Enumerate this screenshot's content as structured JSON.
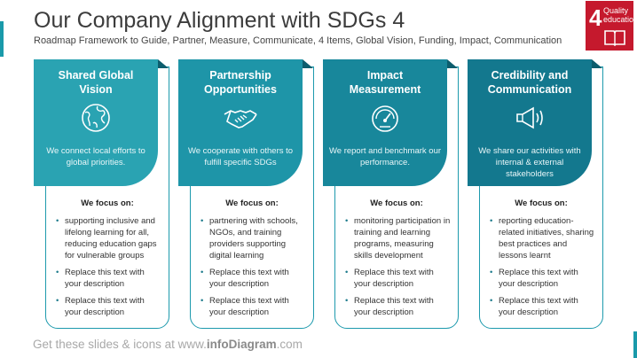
{
  "title": "Our Company Alignment with SDGs 4",
  "subtitle": "Roadmap Framework to Guide, Partner, Measure, Communicate, 4 Items, Global Vision, Funding, Impact, Communication",
  "badge": {
    "number": "4",
    "text": "Quality education",
    "color": "#c5192d",
    "icon": "book-icon"
  },
  "cards": [
    {
      "title": "Shared Global Vision",
      "icon": "globe-icon",
      "color": "#2aa3b2",
      "description": "We connect local efforts to global priorities.",
      "focus_label": "We focus on:",
      "bullets": [
        "supporting inclusive and lifelong learning for all, reducing education gaps for vulnerable groups",
        "Replace this text with your description",
        "Replace this text with your description"
      ]
    },
    {
      "title": "Partnership Opportunities",
      "icon": "handshake-icon",
      "color": "#1e95a8",
      "description": "We cooperate with others to fulfill specific SDGs",
      "focus_label": "We focus on:",
      "bullets": [
        "partnering with schools, NGOs, and training providers supporting digital learning",
        "Replace this text with your description",
        "Replace this text with your description"
      ]
    },
    {
      "title": "Impact Measurement",
      "icon": "gauge-icon",
      "color": "#18879b",
      "description": "We report and benchmark our performance.",
      "focus_label": "We focus on:",
      "bullets": [
        "monitoring participation in training and learning programs, measuring skills development",
        "Replace this text with your description",
        "Replace this text with your description"
      ]
    },
    {
      "title": "Credibility and Communication",
      "icon": "megaphone-icon",
      "color": "#13788e",
      "description": "We share our activities with internal & external stakeholders",
      "focus_label": "We focus on:",
      "bullets": [
        "reporting education-related initiatives, sharing best practices and lessons learnt",
        "Replace this text with your description",
        "Replace this text with your description"
      ]
    }
  ],
  "footer": {
    "prefix": "Get these slides & icons at www.",
    "brand": "infoDiagram",
    "suffix": ".com"
  }
}
